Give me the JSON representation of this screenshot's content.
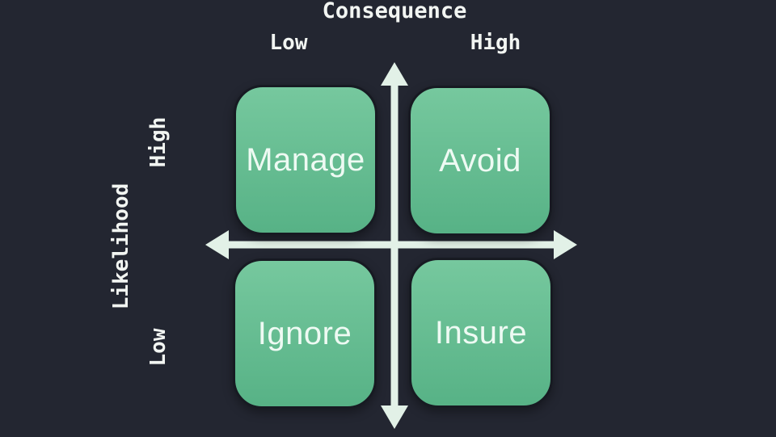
{
  "diagram": {
    "type": "2x2-risk-matrix",
    "x_axis": {
      "title": "Consequence",
      "left_label": "Low",
      "right_label": "High"
    },
    "y_axis": {
      "title": "Likelihood",
      "top_label": "High",
      "bottom_label": "Low"
    },
    "quadrants": {
      "top_left": {
        "label": "Manage",
        "likelihood": "High",
        "consequence": "Low"
      },
      "top_right": {
        "label": "Avoid",
        "likelihood": "High",
        "consequence": "High"
      },
      "bottom_left": {
        "label": "Ignore",
        "likelihood": "Low",
        "consequence": "Low"
      },
      "bottom_right": {
        "label": "Insure",
        "likelihood": "Low",
        "consequence": "High"
      }
    }
  },
  "colors": {
    "bg": "#232631",
    "arrow": "#e2f1e7",
    "box-grad-top": "#76c89e",
    "box-grad-bottom": "#57b286",
    "box-border": "#171a22",
    "box-text": "#eefaf3",
    "label-text": "#f2f5f2"
  }
}
